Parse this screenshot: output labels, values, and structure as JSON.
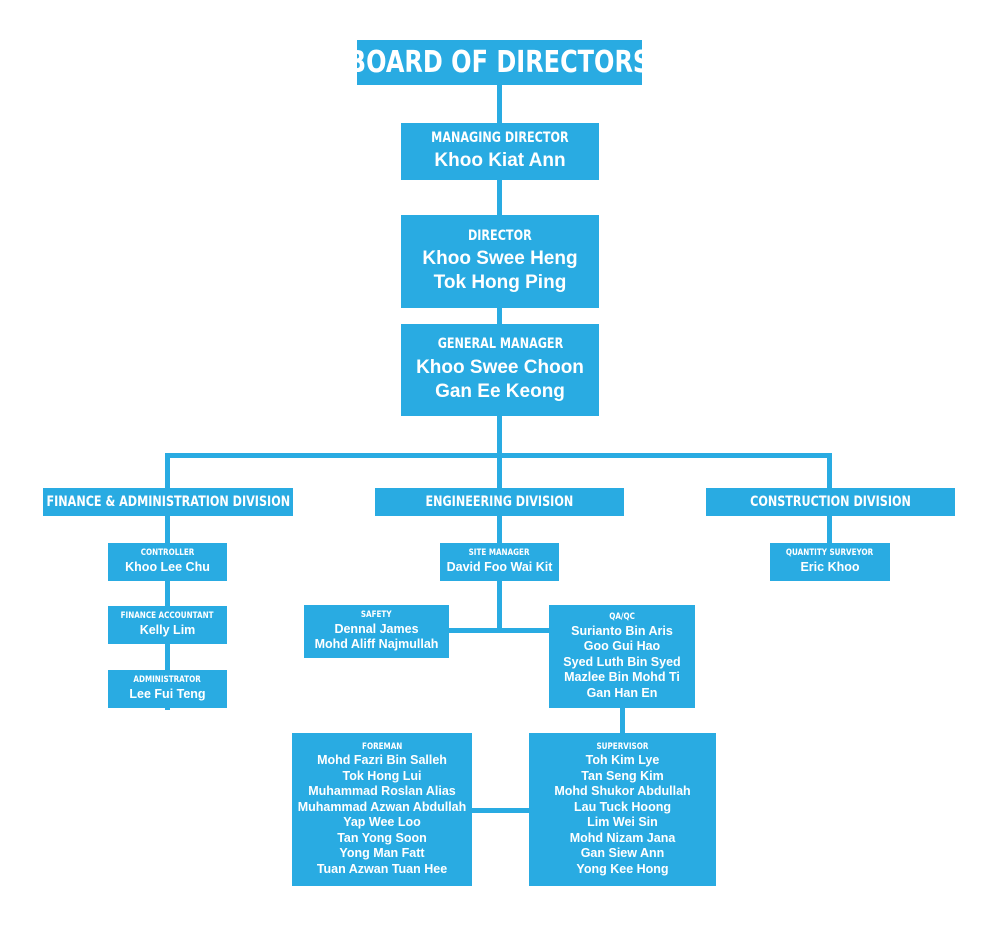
{
  "board": {
    "title": "BOARD OF DIRECTORS"
  },
  "managing_director": {
    "title": "MANAGING DIRECTOR",
    "names": [
      "Khoo Kiat Ann"
    ]
  },
  "director": {
    "title": "DIRECTOR",
    "names": [
      "Khoo Swee Heng",
      "Tok Hong Ping"
    ]
  },
  "general_manager": {
    "title": "GENERAL MANAGER",
    "names": [
      "Khoo Swee Choon",
      "Gan Ee Keong"
    ]
  },
  "divisions": {
    "finance": "FINANCE & ADMINISTRATION DIVISION",
    "engineering": "ENGINEERING DIVISION",
    "construction": "CONSTRUCTION DIVISION"
  },
  "controller": {
    "title": "CONTROLLER",
    "names": [
      "Khoo Lee Chu"
    ]
  },
  "finance_accountant": {
    "title": "FINANCE ACCOUNTANT",
    "names": [
      "Kelly Lim"
    ]
  },
  "administrator": {
    "title": "ADMINISTRATOR",
    "names": [
      "Lee Fui Teng"
    ]
  },
  "site_manager": {
    "title": "SITE MANAGER",
    "names": [
      "David Foo Wai Kit"
    ]
  },
  "safety": {
    "title": "SAFETY",
    "names": [
      "Dennal James",
      "Mohd Aliff Najmullah"
    ]
  },
  "qaqc": {
    "title": "QA/QC",
    "names": [
      "Surianto Bin Aris",
      "Goo Gui Hao",
      "Syed Luth Bin Syed",
      "Mazlee Bin Mohd Ti",
      "Gan Han En"
    ]
  },
  "quantity_surveyor": {
    "title": "QUANTITY SURVEYOR",
    "names": [
      "Eric Khoo"
    ]
  },
  "foreman": {
    "title": "FOREMAN",
    "names": [
      "Mohd Fazri Bin Salleh",
      "Tok Hong Lui",
      "Muhammad Roslan Alias",
      "Muhammad Azwan Abdullah",
      "Yap Wee Loo",
      "Tan Yong Soon",
      "Yong Man Fatt",
      "Tuan Azwan Tuan Hee"
    ]
  },
  "supervisor": {
    "title": "SUPERVISOR",
    "names": [
      "Toh Kim Lye",
      "Tan Seng Kim",
      "Mohd Shukor Abdullah",
      "Lau Tuck Hoong",
      "Lim Wei Sin",
      "Mohd Nizam Jana",
      "Gan Siew Ann",
      "Yong Kee Hong"
    ]
  },
  "colors": {
    "accent": "#29abe2",
    "text": "#ffffff",
    "background": "#ffffff"
  }
}
